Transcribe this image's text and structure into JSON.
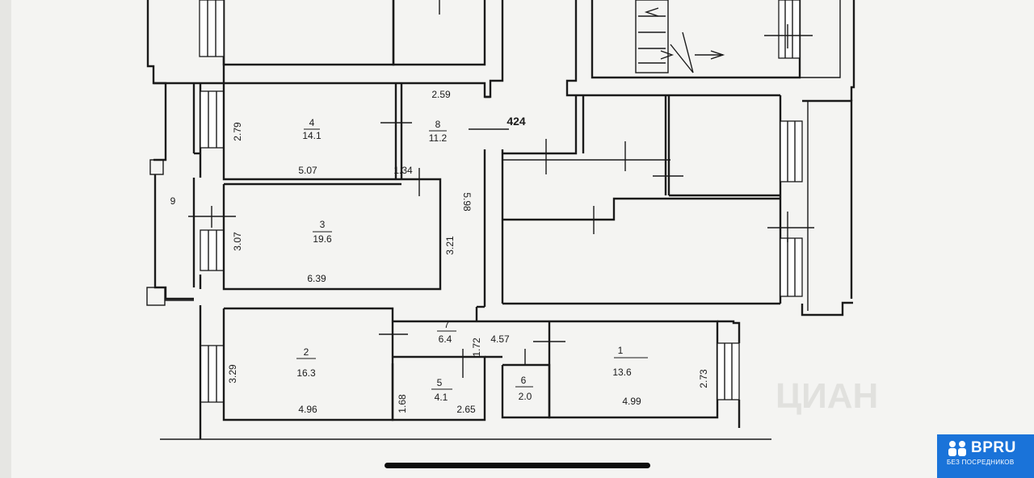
{
  "rooms": [
    {
      "id": "r4",
      "number": "4",
      "area": "14.1"
    },
    {
      "id": "r8",
      "number": "8",
      "area": "11.2"
    },
    {
      "id": "r3",
      "number": "3",
      "area": "19.6"
    },
    {
      "id": "r9",
      "number": "9"
    },
    {
      "id": "r2",
      "number": "2",
      "area": "16.3"
    },
    {
      "id": "r7",
      "number": "7",
      "area": "6.4"
    },
    {
      "id": "r5",
      "number": "5",
      "area": "4.1"
    },
    {
      "id": "r6",
      "number": "6",
      "area": "2.0"
    },
    {
      "id": "r1",
      "number": "1",
      "area": "13.6"
    }
  ],
  "dimensions": [
    "2.59",
    "424",
    "2.79",
    "5.07",
    "1.34",
    "5.98",
    "3.07",
    "3.21",
    "6.39",
    "1.72",
    "4.57",
    "3.29",
    "4.96",
    "1.68",
    "2.65",
    "4.99",
    "2.73"
  ],
  "watermark": {
    "text": "ЦИАН"
  },
  "badge": {
    "title": "BPRU",
    "subtitle": "БЕЗ ПОСРЕДНИКОВ",
    "bg_color": "#1a73d9"
  },
  "colors": {
    "paper": "#f4f4f2",
    "ink": "#1a1a1a"
  }
}
